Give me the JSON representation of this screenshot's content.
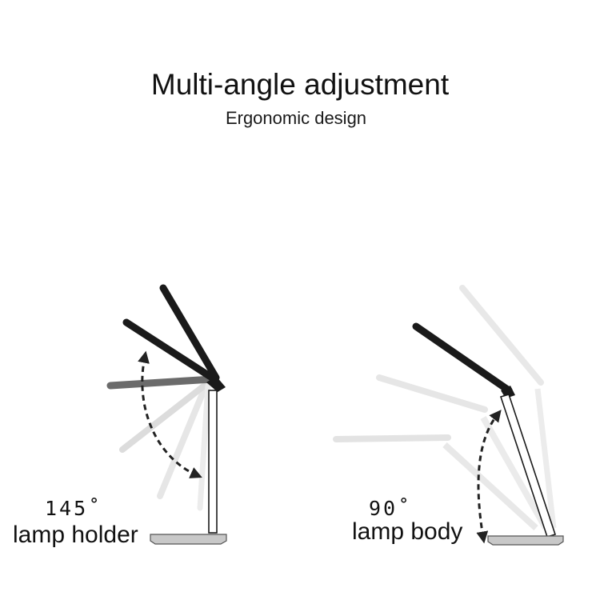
{
  "header": {
    "title": "Multi-angle adjustment",
    "subtitle": "Ergonomic design"
  },
  "left_panel": {
    "angle": "145˚",
    "label": "lamp holder"
  },
  "right_panel": {
    "angle": "90˚",
    "label": "lamp body"
  },
  "colors": {
    "background": "#ffffff",
    "lamp_dark": "#1a1a1a",
    "lamp_mid": "#6b6b6b",
    "lamp_ghost": "#dedede",
    "base": "#c8c8c8",
    "arrow": "#222222"
  },
  "icons": {
    "left_arrow": "dashed-curved-double-arrow-icon",
    "right_arrow": "dashed-curved-double-arrow-icon"
  }
}
